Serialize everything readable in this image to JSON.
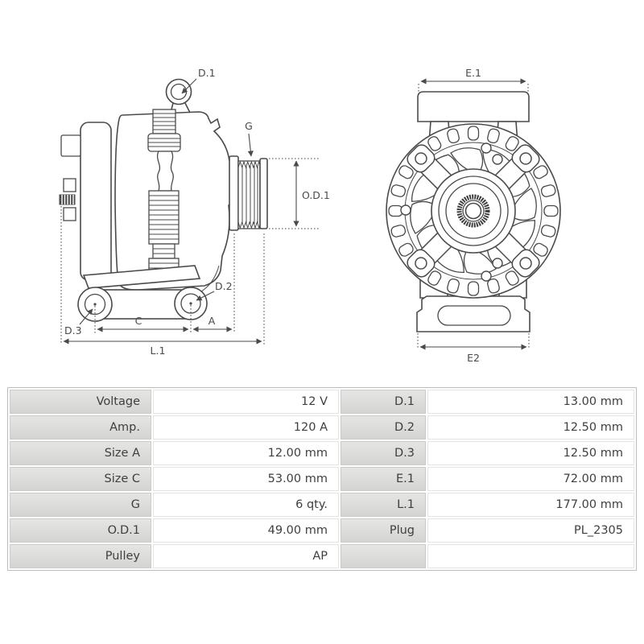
{
  "colors": {
    "line": "#4a4a4a",
    "table_label_bg": "#dcdcda",
    "table_border": "#bdbdbd",
    "text": "#3f3f3f"
  },
  "diagram": {
    "side_view": {
      "labels": {
        "d1": "D.1",
        "g": "G",
        "od1": "O.D.1",
        "d2": "D.2",
        "d3": "D.3",
        "c": "C",
        "a": "A",
        "l1": "L.1"
      }
    },
    "front_view": {
      "labels": {
        "e1": "E.1",
        "e2": "E2"
      }
    }
  },
  "spec_table": {
    "rows": [
      {
        "label_left": "Voltage",
        "value_left": "12 V",
        "label_right": "D.1",
        "value_right": "13.00 mm"
      },
      {
        "label_left": "Amp.",
        "value_left": "120 A",
        "label_right": "D.2",
        "value_right": "12.50 mm"
      },
      {
        "label_left": "Size A",
        "value_left": "12.00 mm",
        "label_right": "D.3",
        "value_right": "12.50 mm"
      },
      {
        "label_left": "Size C",
        "value_left": "53.00 mm",
        "label_right": "E.1",
        "value_right": "72.00 mm"
      },
      {
        "label_left": "G",
        "value_left": "6 qty.",
        "label_right": "L.1",
        "value_right": "177.00 mm"
      },
      {
        "label_left": "O.D.1",
        "value_left": "49.00 mm",
        "label_right": "Plug",
        "value_right": "PL_2305"
      },
      {
        "label_left": "Pulley",
        "value_left": "AP",
        "label_right": "",
        "value_right": ""
      }
    ]
  }
}
